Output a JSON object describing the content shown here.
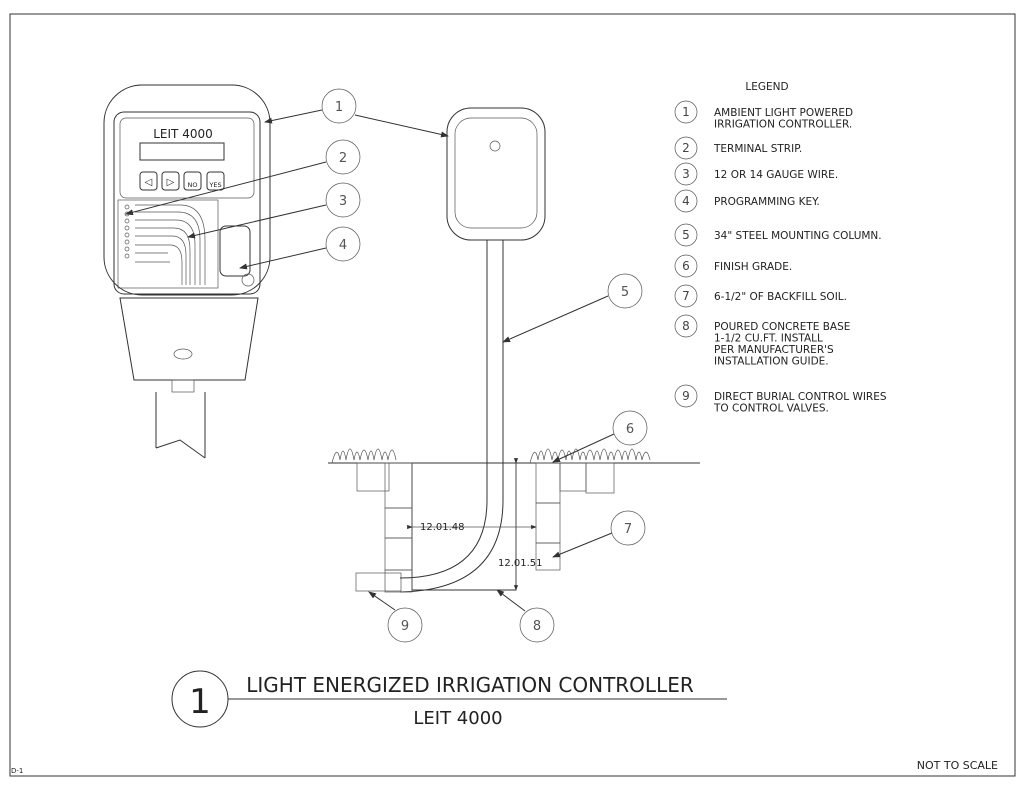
{
  "sheet": {
    "sheet_id": "D-1",
    "scale_note": "NOT TO SCALE",
    "detail_number": "1",
    "title": "LIGHT ENERGIZED IRRIGATION CONTROLLER",
    "subtitle": "LEIT 4000"
  },
  "controller": {
    "brand_label": "LEIT 4000",
    "buttons": [
      "◁",
      "▷",
      "NO",
      "YES"
    ]
  },
  "callouts": [
    "1",
    "2",
    "3",
    "4",
    "5",
    "6",
    "7",
    "8",
    "9"
  ],
  "dimensions": [
    "12.01.48",
    "12.01.51"
  ],
  "legend": {
    "title": "LEGEND",
    "items": [
      {
        "num": "1",
        "lines": [
          "AMBIENT LIGHT POWERED",
          "IRRIGATION  CONTROLLER."
        ]
      },
      {
        "num": "2",
        "lines": [
          "TERMINAL STRIP."
        ]
      },
      {
        "num": "3",
        "lines": [
          "12 OR 14 GAUGE WIRE."
        ]
      },
      {
        "num": "4",
        "lines": [
          "PROGRAMMING KEY."
        ]
      },
      {
        "num": "5",
        "lines": [
          "34\"  STEEL MOUNTING COLUMN."
        ]
      },
      {
        "num": "6",
        "lines": [
          "FINISH GRADE."
        ]
      },
      {
        "num": "7",
        "lines": [
          "6-1/2\"  OF BACKFILL SOIL."
        ]
      },
      {
        "num": "8",
        "lines": [
          "POURED CONCRETE BASE",
          "1-1/2 CU.FT.  INSTALL",
          "PER MANUFACTURER'S",
          "INSTALLATION GUIDE."
        ]
      },
      {
        "num": "9",
        "lines": [
          "DIRECT BURIAL CONTROL WIRES",
          "TO CONTROL VALVES."
        ]
      }
    ]
  }
}
